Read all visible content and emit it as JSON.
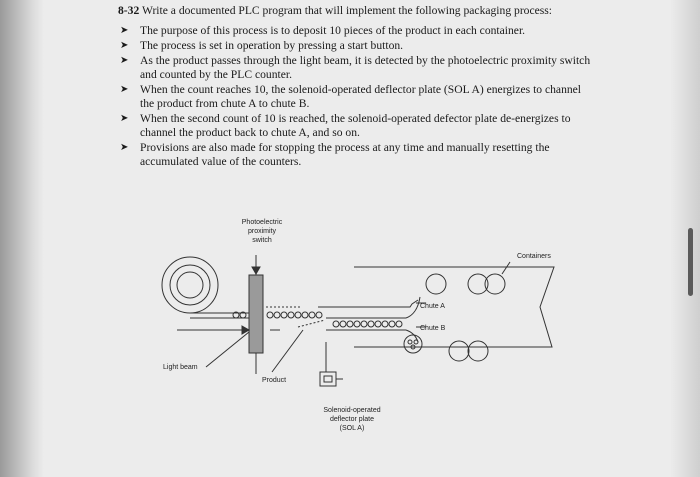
{
  "problem": {
    "number": "8-32",
    "intro": "Write a documented PLC program that will implement the following packaging process:",
    "bullets": [
      "The purpose of this process is to deposit 10 pieces of the product in each container.",
      "The process is set in operation by pressing a start button.",
      "As the product passes through the light beam, it is detected by the photoelectric proximity switch and counted by the PLC counter.",
      "When the count reaches 10, the solenoid-operated deflector plate (SOL A) energizes to channel the product from chute A to chute B.",
      "When the second count of 10 is reached, the solenoid-operated defector plate de-energizes to channel the product back to chute A, and so on.",
      "Provisions are also made for stopping the process at any time and manually resetting the accumulated value of the counters."
    ]
  },
  "figure": {
    "switch_label": [
      "Photoelectric",
      "proximity",
      "switch"
    ],
    "containers_label": "Containers",
    "chute_a_label": "Chute A",
    "chute_b_label": "Chute B",
    "light_beam_label": "Light beam",
    "product_label": "Product",
    "solenoid_label": [
      "Solenoid-operated",
      "deflector plate",
      "(SOL A)"
    ]
  }
}
